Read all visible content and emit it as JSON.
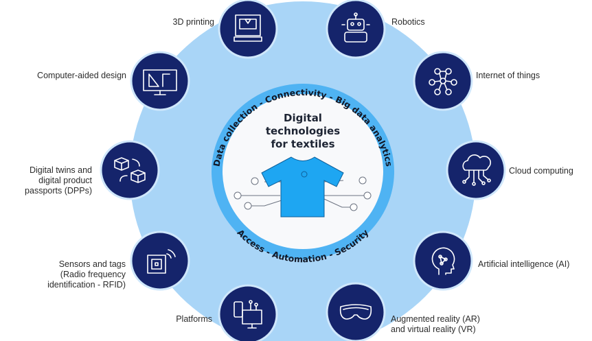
{
  "center": {
    "title_lines": [
      "Digital",
      "technologies",
      "for textiles"
    ],
    "top_arc": "Data collection - Connectivity - Big data analytics",
    "bottom_arc": "Access - Automation - Security"
  },
  "nodes": [
    {
      "label": "3D printing",
      "icon": "3d-printer-icon"
    },
    {
      "label": "Robotics",
      "icon": "robot-icon"
    },
    {
      "label": "Internet of things",
      "icon": "network-nodes-icon"
    },
    {
      "label": "Cloud computing",
      "icon": "cloud-circuit-icon"
    },
    {
      "label": "Artificial intelligence (AI)",
      "icon": "ai-head-icon"
    },
    {
      "label_lines": [
        "Augmented reality (AR)",
        "and virtual reality (VR)"
      ],
      "icon": "vr-headset-icon"
    },
    {
      "label": "Platforms",
      "icon": "devices-icon"
    },
    {
      "label_lines": [
        "Sensors and tags",
        "(Radio frequency",
        "identification - RFID)"
      ],
      "icon": "rfid-tag-icon"
    },
    {
      "label_lines": [
        "Digital twins and",
        "digital product",
        "passports (DPPs)"
      ],
      "icon": "twin-cubes-icon"
    },
    {
      "label": "Computer-aided design",
      "icon": "cad-monitor-icon"
    }
  ],
  "colors": {
    "outer": "#a9d5f7",
    "ring": "#4fb3f3",
    "node": "#15246b",
    "shirt": "#1ea6f2"
  }
}
